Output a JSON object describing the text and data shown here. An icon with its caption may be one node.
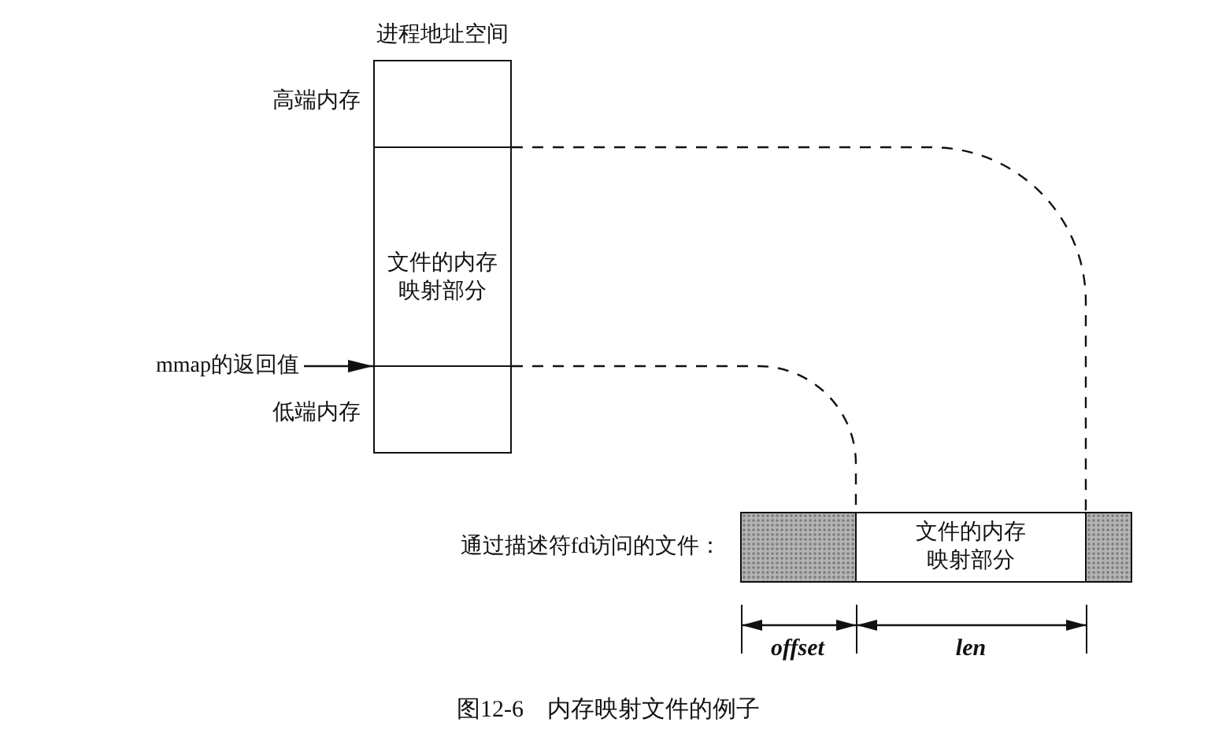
{
  "diagram": {
    "caption": "图12-6　内存映射文件的例子",
    "nodes": [
      {
        "text": [
          "进程地址空间"
        ],
        "beside": [
          "高端内存",
          "低端内存"
        ]
      },
      {
        "text": [
          "文件的内存映射部分"
        ],
        "in": 0
      },
      {
        "text": [
          "mmap的返回值"
        ]
      },
      {
        "text": [],
        "shape": "bar",
        "beside": [
          "通过描述符fd访问的文件："
        ]
      },
      {
        "text": [
          "文件的内存映射部分"
        ],
        "in": 3
      }
    ],
    "edges": [
      {
        "from": 2,
        "to": 1,
        "arrow": "to"
      },
      {
        "from": 1,
        "to": 4,
        "arrow": "none",
        "style": "dashed"
      },
      {
        "from": 1,
        "to": 4,
        "arrow": "none",
        "style": "dashed"
      }
    ],
    "labels": [
      "offset",
      "len"
    ]
  }
}
